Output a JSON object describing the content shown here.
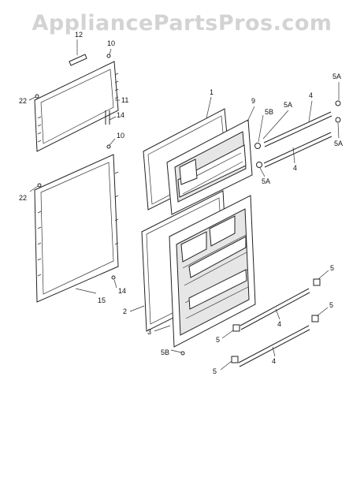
{
  "watermark": "AppliancePartsPros.com",
  "callouts": {
    "c12": "12",
    "c10a": "10",
    "c22a": "22",
    "c11": "11",
    "c14a": "14",
    "c10b": "10",
    "c22b": "22",
    "c14b": "14",
    "c15": "15",
    "c1": "1",
    "c9": "9",
    "c5B_top": "5B",
    "c5A_a": "5A",
    "c4a": "4",
    "c5A_b": "5A",
    "c5A_c": "5A",
    "c5A_d": "5A",
    "c4b": "4",
    "c2": "2",
    "c3": "3",
    "c5B_bot": "5B",
    "c5a": "5",
    "c5b": "5",
    "c4c": "4",
    "c5c": "5",
    "c5d": "5",
    "c4d": "4"
  }
}
